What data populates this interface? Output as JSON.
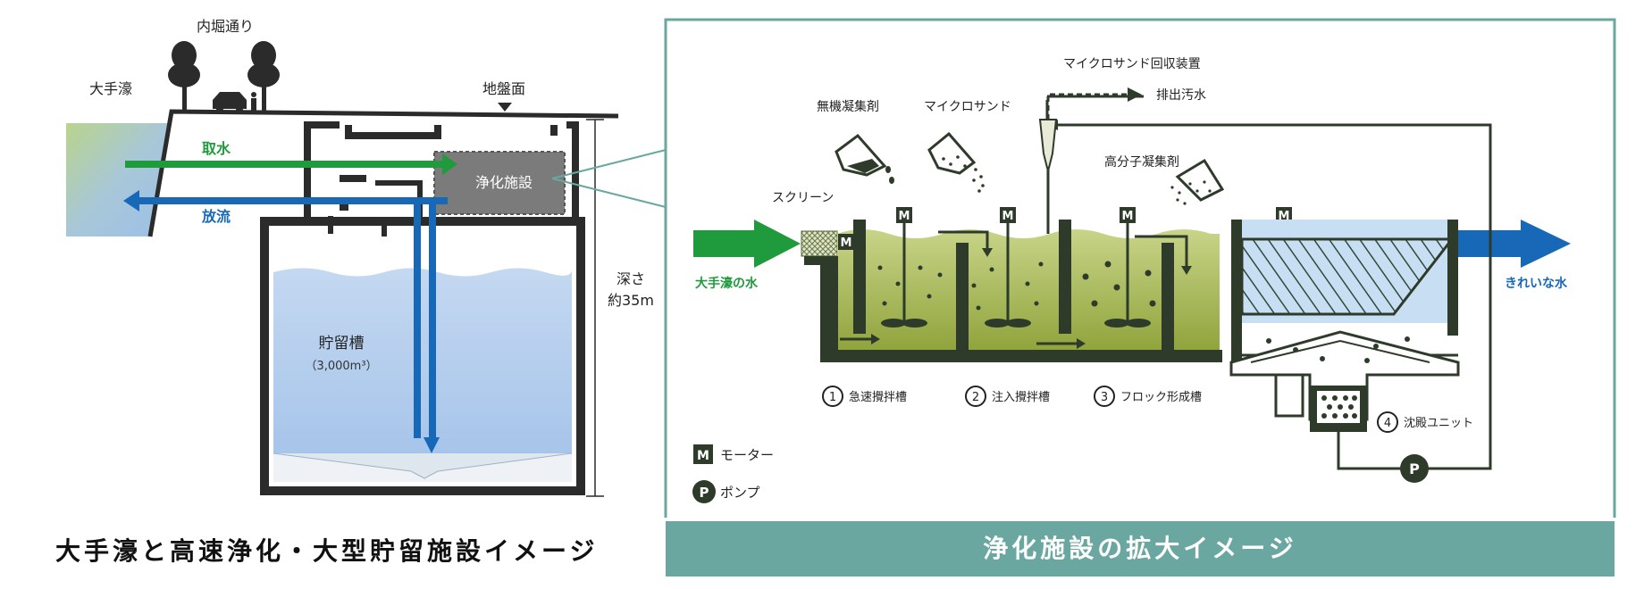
{
  "left": {
    "road_label": "内堀通り",
    "moat_label": "大手濠",
    "ground_label": "地盤面",
    "intake_label": "取水",
    "discharge_label": "放流",
    "facility_label": "浄化施設",
    "depth_label_1": "深さ",
    "depth_label_2": "約35m",
    "tank_label": "貯留槽",
    "tank_capacity": "（3,000m³）",
    "caption": "大手濠と高速浄化・大型貯留施設イメージ"
  },
  "right": {
    "recovery_label": "マイクロサンド回収装置",
    "discharge_label": "排出汚水",
    "coagulant_label": "無機凝集剤",
    "microsand_label": "マイクロサンド",
    "polymer_label": "高分子凝集剤",
    "screen_label": "スクリーン",
    "inflow_label": "大手濠の水",
    "outflow_label": "きれいな水",
    "motor_symbol": "M",
    "pump_symbol": "P",
    "tank1_num": "1",
    "tank1_label": "急速攪拌槽",
    "tank2_num": "2",
    "tank2_label": "注入攪拌槽",
    "tank3_num": "3",
    "tank3_label": "フロック形成槽",
    "tank4_num": "4",
    "tank4_label": "沈殿ユニット",
    "legend_motor_label": "モーター",
    "legend_pump_label": "ポンプ",
    "caption": "浄化施設の拡大イメージ"
  },
  "colors": {
    "intake_green": "#1f9a3c",
    "discharge_blue": "#1769b8",
    "water_light": "#b7d0ef",
    "wall_dark": "#2b2b2b",
    "facility_gray": "#7b7b7b",
    "tank_olive": "#a2b347",
    "frame_teal": "#6aa7a0",
    "sediment_dark": "#2e3b2a"
  }
}
